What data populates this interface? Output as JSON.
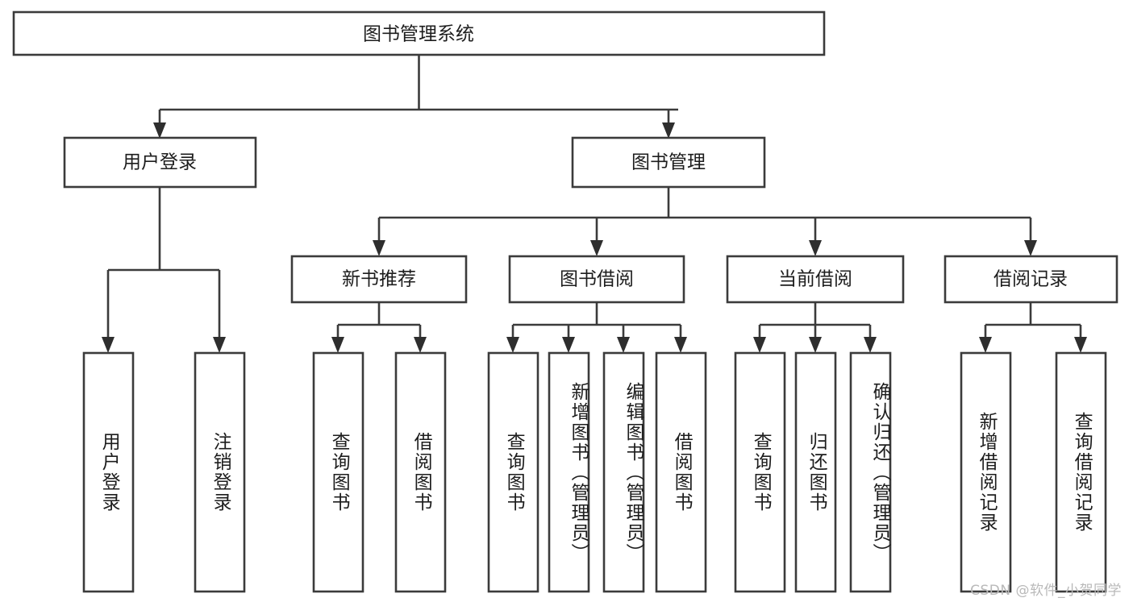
{
  "diagram": {
    "type": "tree-hierarchy-chart",
    "title": "图书管理系统",
    "watermark": "CSDN @软件_小贺同学",
    "colors": {
      "background": "#ffffff",
      "box_fill": "#ffffff",
      "box_stroke": "#3b3b3b",
      "connector": "#3b3b3b",
      "text": "#1d1d1d",
      "watermark": "#b9b9b9"
    },
    "levels": {
      "root": {
        "label": "图书管理系统"
      },
      "level2": [
        {
          "id": "user-login",
          "label": "用户登录"
        },
        {
          "id": "book-management",
          "label": "图书管理"
        }
      ],
      "level3": [
        {
          "id": "new-book-recommend",
          "label": "新书推荐",
          "parent": "book-management"
        },
        {
          "id": "book-borrow",
          "label": "图书借阅",
          "parent": "book-management"
        },
        {
          "id": "current-borrow",
          "label": "当前借阅",
          "parent": "book-management"
        },
        {
          "id": "borrow-record",
          "label": "借阅记录",
          "parent": "book-management"
        }
      ],
      "leaves": [
        {
          "id": "leaf-user-login",
          "label": "用户登录",
          "parent": "user-login"
        },
        {
          "id": "leaf-logout-login",
          "label": "注销登录",
          "parent": "user-login"
        },
        {
          "id": "leaf-query-book-1",
          "label": "查询图书",
          "parent": "new-book-recommend"
        },
        {
          "id": "leaf-borrow-book-1",
          "label": "借阅图书",
          "parent": "new-book-recommend"
        },
        {
          "id": "leaf-query-book-2",
          "label": "查询图书",
          "parent": "book-borrow"
        },
        {
          "id": "leaf-add-book",
          "label": "新增图书（管理员）",
          "parent": "book-borrow"
        },
        {
          "id": "leaf-edit-book",
          "label": "编辑图书（管理员）",
          "parent": "book-borrow"
        },
        {
          "id": "leaf-borrow-book-2",
          "label": "借阅图书",
          "parent": "book-borrow"
        },
        {
          "id": "leaf-query-book-3",
          "label": "查询图书",
          "parent": "current-borrow"
        },
        {
          "id": "leaf-return-book",
          "label": "归还图书",
          "parent": "current-borrow"
        },
        {
          "id": "leaf-confirm-return",
          "label": "确认归还（管理员）",
          "parent": "current-borrow"
        },
        {
          "id": "leaf-add-record",
          "label": "新增借阅记录",
          "parent": "borrow-record"
        },
        {
          "id": "leaf-query-record",
          "label": "查询借阅记录",
          "parent": "borrow-record"
        }
      ]
    }
  }
}
